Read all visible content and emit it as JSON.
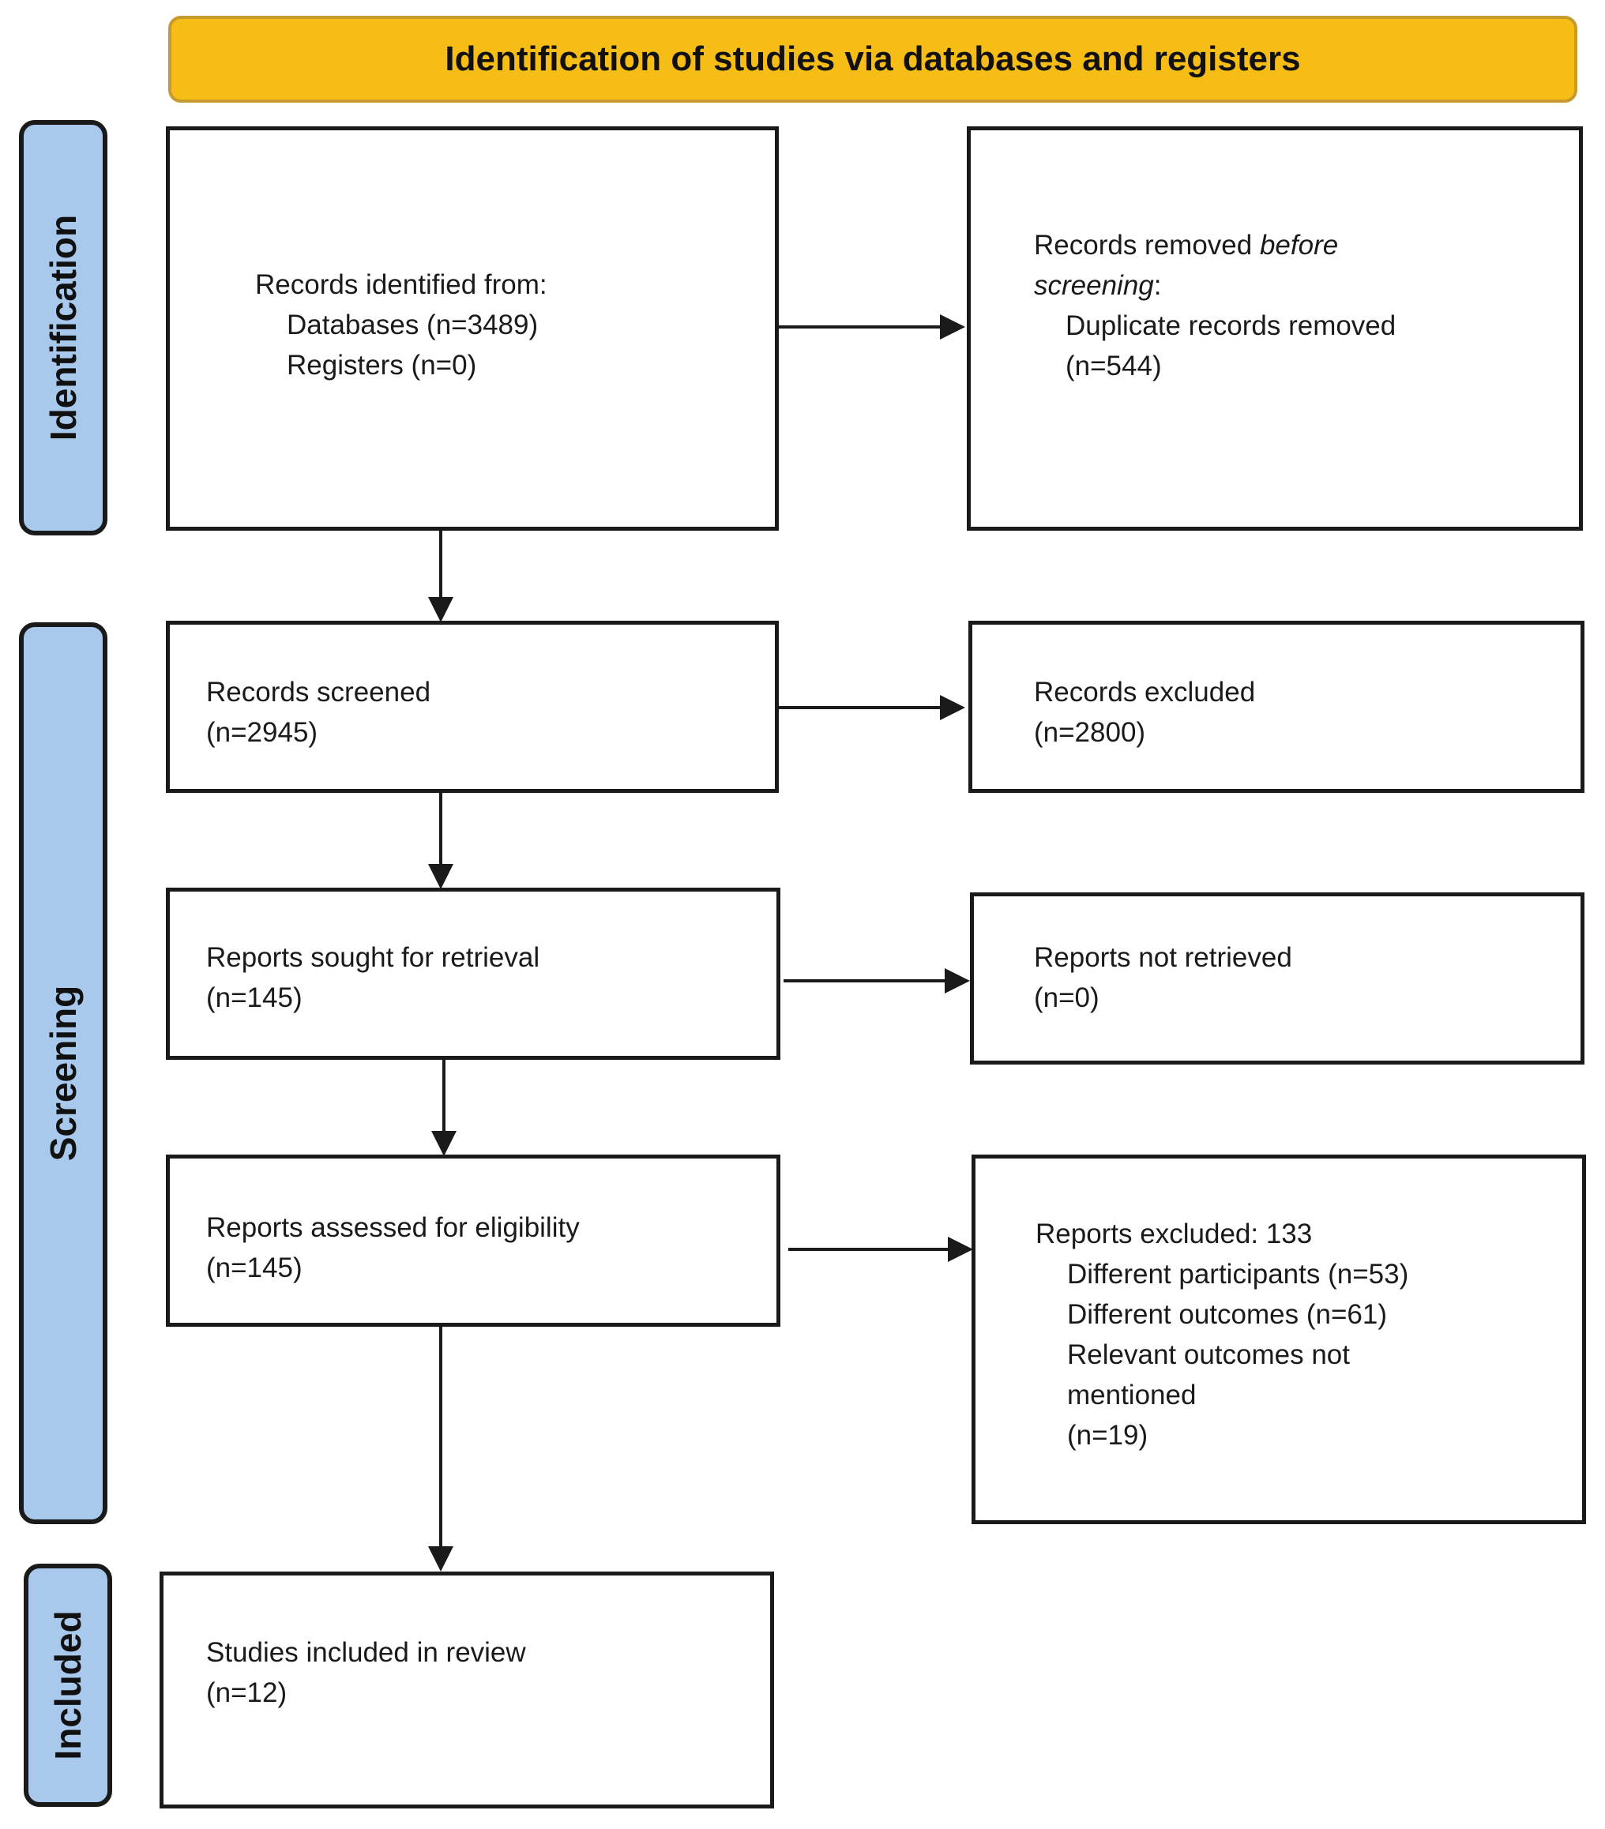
{
  "header": {
    "title": "Identification of studies via databases and registers"
  },
  "phases": {
    "identification": "Identification",
    "screening": "Screening",
    "included": "Included"
  },
  "boxes": {
    "records_identified": {
      "heading": "Records identified from:",
      "databases": "Databases (n=3489)",
      "registers": "Registers (n=0)"
    },
    "records_removed": {
      "heading_prefix": "Records removed ",
      "heading_italic": "before",
      "heading_italic2": "screening",
      "heading_suffix": ":",
      "duplicates": "Duplicate records removed",
      "duplicates_count": "(n=544)"
    },
    "records_screened": {
      "label": "Records screened",
      "count": "(n=2945)"
    },
    "records_excluded": {
      "label": "Records excluded",
      "count": "(n=2800)"
    },
    "reports_sought": {
      "label": "Reports sought for retrieval",
      "count": "(n=145)"
    },
    "reports_not_retrieved": {
      "label": "Reports not retrieved",
      "count": "(n=0)"
    },
    "reports_assessed": {
      "label": "Reports assessed for eligibility",
      "count": "(n=145)"
    },
    "reports_excluded": {
      "heading": "Reports excluded: 133",
      "reasons": [
        "Different participants (n=53)",
        "Different outcomes (n=61)",
        "Relevant outcomes not",
        "mentioned",
        "(n=19)"
      ]
    },
    "studies_included": {
      "label": "Studies included in review",
      "count": "(n=12)"
    }
  }
}
